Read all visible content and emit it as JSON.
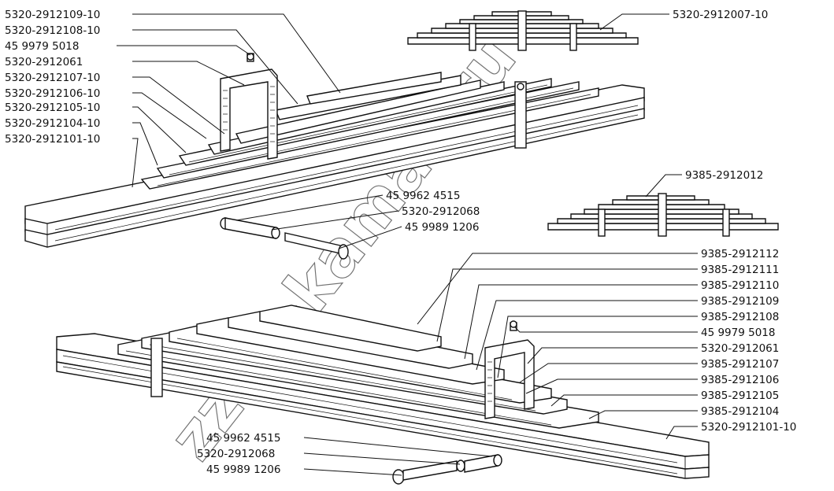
{
  "watermark": "zzap-kamaz.ru",
  "upper_assembly": {
    "callouts_left": [
      "5320-2912109-10",
      "5320-2912108-10",
      "45 9979 5018",
      "5320-2912061",
      "5320-2912107-10",
      "5320-2912106-10",
      "5320-2912105-10",
      "5320-2912104-10",
      "5320-2912101-10"
    ],
    "callouts_center": [
      "45 9962 4515",
      "5320-2912068",
      "45 9989 1206"
    ]
  },
  "inset_top": {
    "label": "5320-2912007-10"
  },
  "inset_middle": {
    "label": "9385-2912012"
  },
  "lower_assembly": {
    "callouts_right": [
      "9385-2912112",
      "9385-2912111",
      "9385-2912110",
      "9385-2912109",
      "9385-2912108",
      "45 9979 5018",
      "5320-2912061",
      "9385-2912107",
      "9385-2912106",
      "9385-2912105",
      "9385-2912104",
      "5320-2912101-10"
    ],
    "callouts_left": [
      "45 9962 4515",
      "5320-2912068",
      "45 9989 1206"
    ]
  }
}
